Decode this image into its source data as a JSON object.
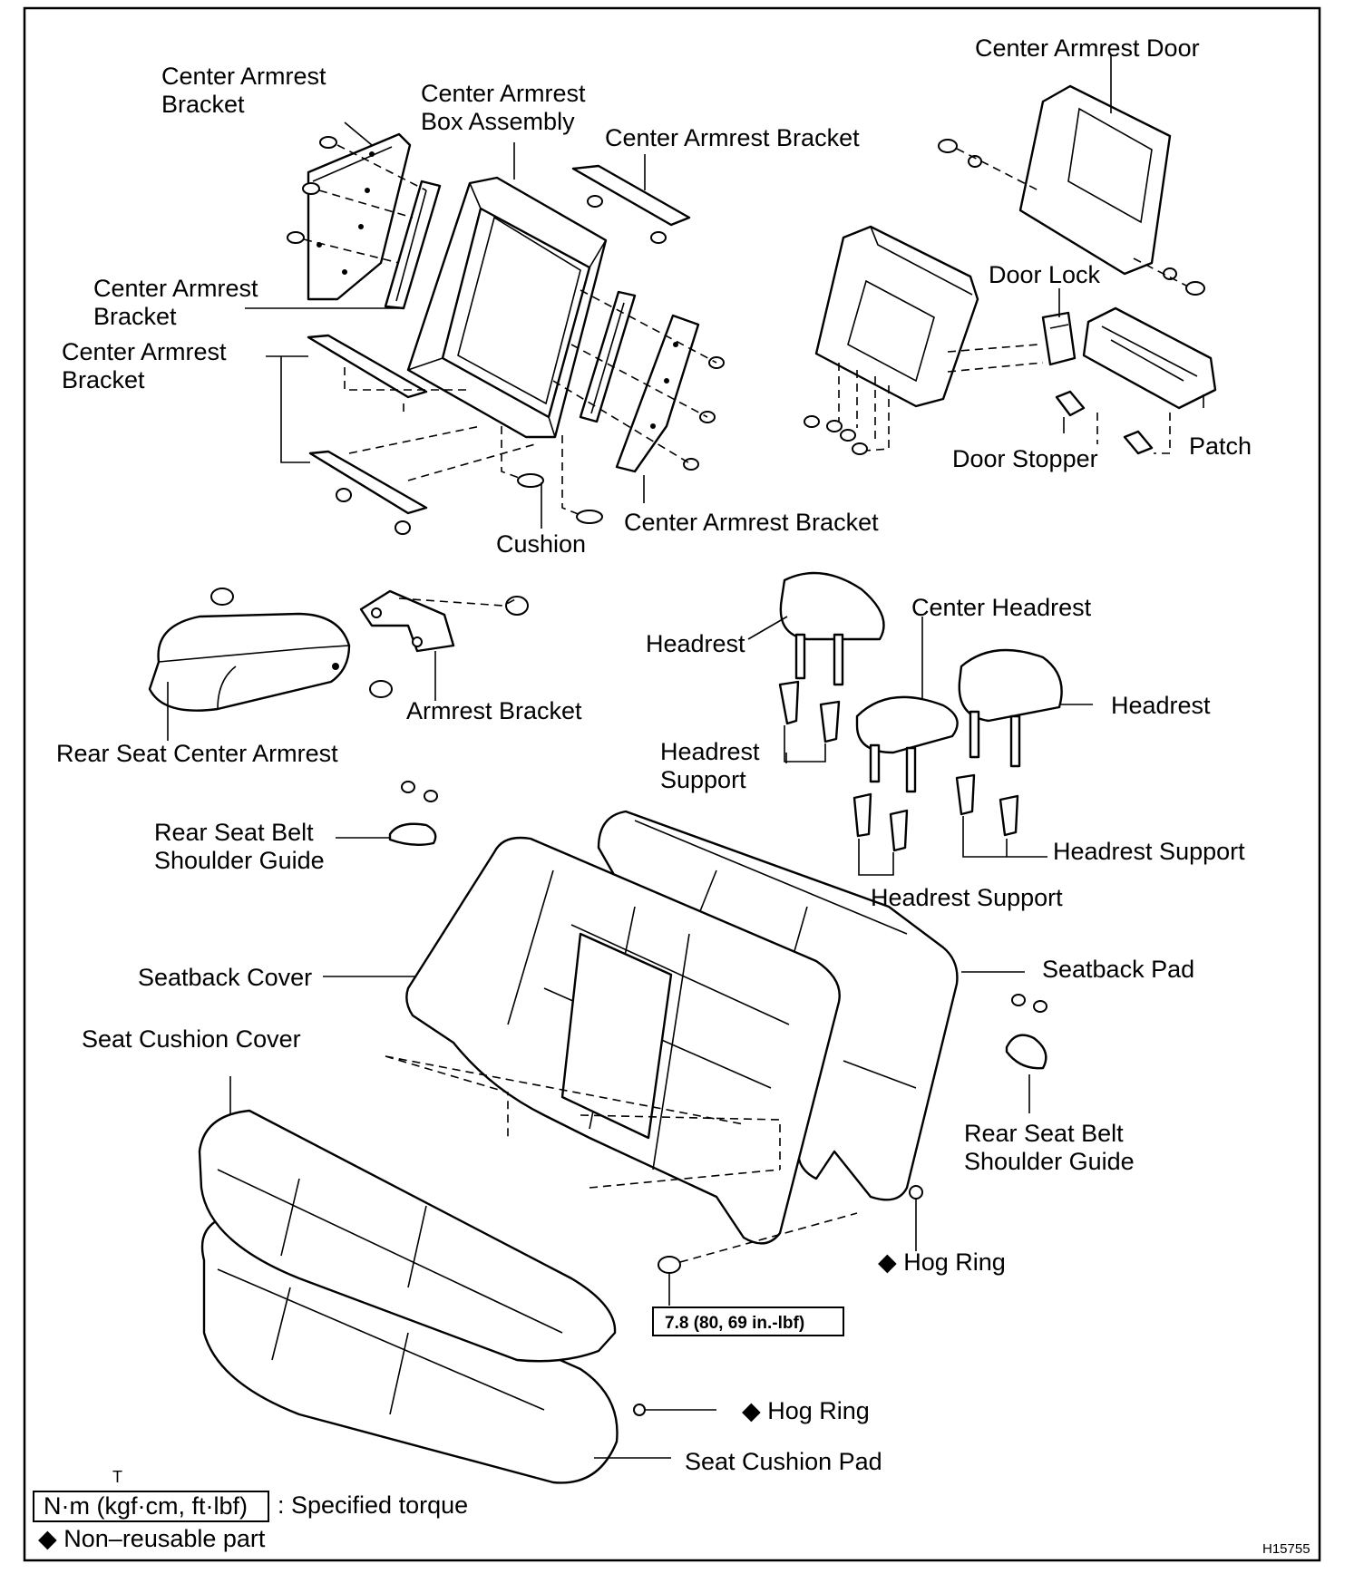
{
  "labels": {
    "center_armrest_door": "Center Armrest Door",
    "center_armrest_bracket_top_left_1": "Center Armrest",
    "center_armrest_bracket_top_left_2": "Bracket",
    "center_armrest_box_1": "Center Armrest",
    "center_armrest_box_2": "Box Assembly",
    "center_armrest_bracket_top": "Center Armrest Bracket",
    "center_armrest_bracket_mid_1": "Center Armrest",
    "center_armrest_bracket_mid_2": "Bracket",
    "center_armrest_bracket_low_1": "Center Armrest",
    "center_armrest_bracket_low_2": "Bracket",
    "door_lock": "Door Lock",
    "patch": "Patch",
    "door_stopper": "Door Stopper",
    "center_armrest_bracket_right": "Center Armrest Bracket",
    "cushion": "Cushion",
    "headrest_left": "Headrest",
    "center_headrest": "Center Headrest",
    "headrest_right": "Headrest",
    "armrest_bracket": "Armrest Bracket",
    "rear_seat_center_armrest": "Rear Seat Center Armrest",
    "headrest_support_left_1": "Headrest",
    "headrest_support_left_2": "Support",
    "headrest_support_right": "Headrest Support",
    "headrest_support_center": "Headrest Support",
    "rear_seat_belt_left_1": "Rear Seat Belt",
    "rear_seat_belt_left_2": "Shoulder Guide",
    "seatback_cover": "Seatback Cover",
    "seatback_pad": "Seatback Pad",
    "seat_cushion_cover": "Seat Cushion Cover",
    "rear_seat_belt_right_1": "Rear Seat Belt",
    "rear_seat_belt_right_2": "Shoulder Guide",
    "hog_ring_upper": "◆ Hog Ring",
    "torque_value": "7.8 (80, 69 in.-lbf)",
    "hog_ring_lower": "◆ Hog Ring",
    "seat_cushion_pad": "Seat Cushion Pad"
  },
  "legend": {
    "mark": "T",
    "torque_unit": "N·m (kgf·cm, ft·lbf)",
    "torque_desc": ": Specified torque",
    "non_reusable": "◆ Non–reusable part"
  },
  "figure_id": "H15755"
}
